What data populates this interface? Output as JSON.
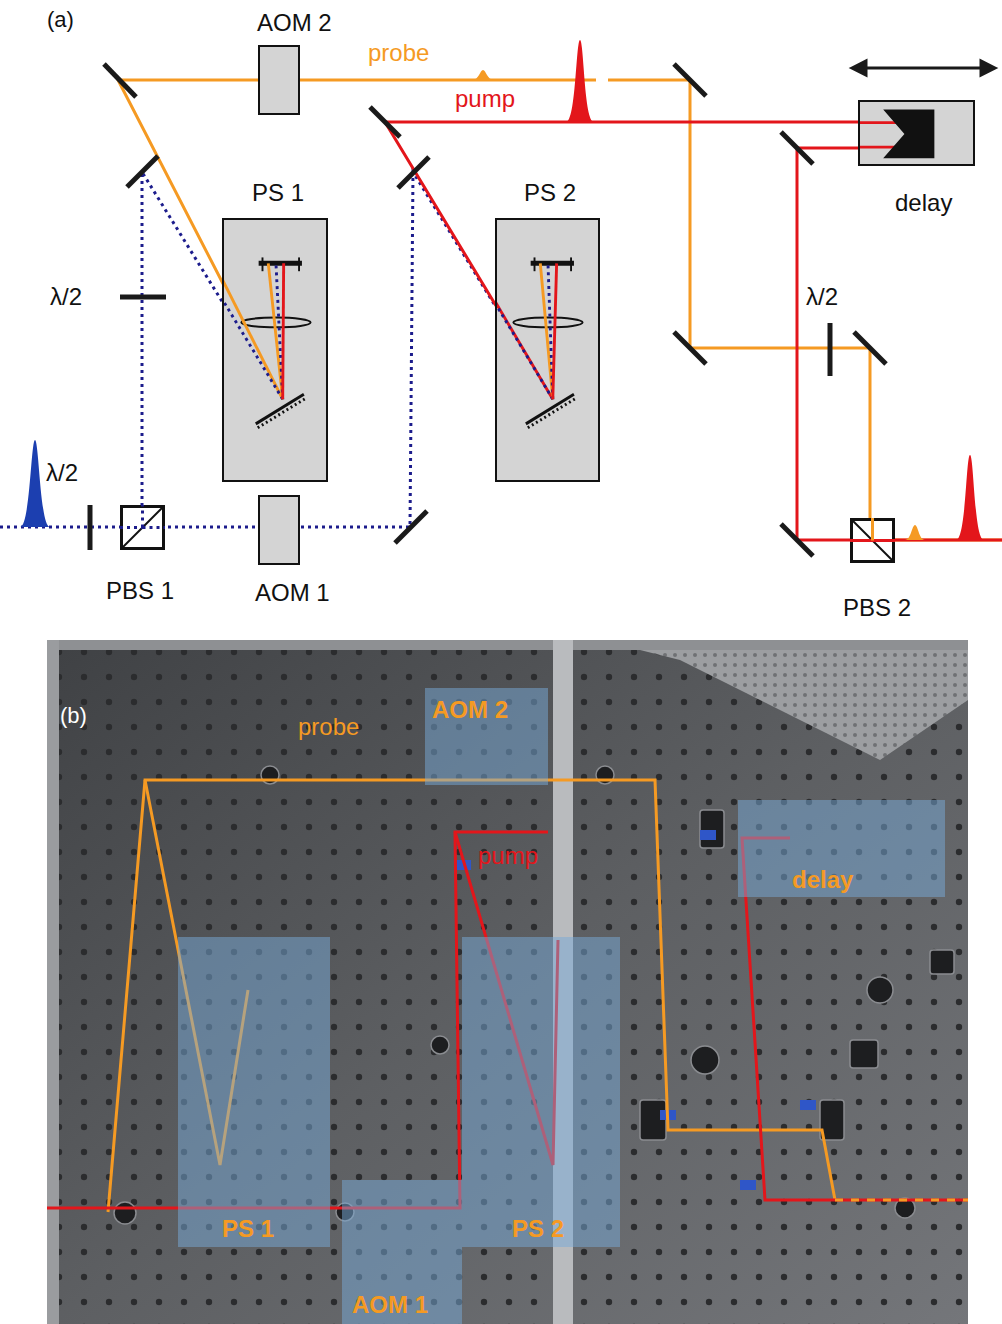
{
  "diagram": {
    "nodes": [
      {
        "text": [
          "AOM 2"
        ]
      },
      {
        "text": [
          "PS 1"
        ]
      },
      {
        "text": [
          "PS 2"
        ]
      },
      {
        "text": [
          "delay"
        ]
      },
      {
        "text": [
          "PBS 1"
        ]
      },
      {
        "text": [
          "AOM 1"
        ]
      },
      {
        "text": [
          "PBS 2"
        ]
      },
      {
        "text": [
          "AOM 2"
        ]
      },
      {
        "text": [
          "delay"
        ]
      },
      {
        "text": [
          "PS 1"
        ]
      },
      {
        "text": [
          "PS 2"
        ]
      },
      {
        "text": [
          "AOM 1"
        ]
      }
    ],
    "labels": [
      "(a)",
      "probe",
      "pump",
      "λ/2",
      "λ/2",
      "λ/2",
      "(b)",
      "probe",
      "pump"
    ]
  }
}
